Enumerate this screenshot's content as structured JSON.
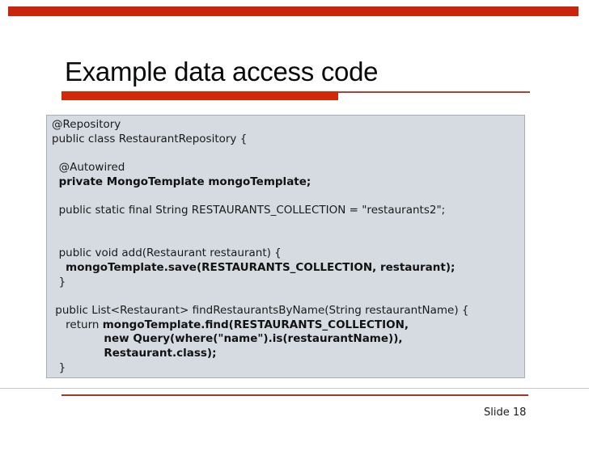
{
  "slide": {
    "title": "Example data access code",
    "slide_number_label": "Slide 18",
    "colors": {
      "top_bar": "#c8250c",
      "title_rule_thick": "#d02b06",
      "title_rule_thin": "#ad4331",
      "code_box_bg": "#d6dbe2",
      "code_box_border": "#a6aeb6",
      "bottom_rule_gray": "#c6c8ca",
      "bottom_rule_red": "#9d392b",
      "text": "#1a1a1a"
    },
    "code": {
      "lines": [
        {
          "segments": [
            {
              "text": "@Repository",
              "bold": false
            }
          ]
        },
        {
          "segments": [
            {
              "text": "public class RestaurantRepository {",
              "bold": false
            }
          ]
        },
        {
          "segments": []
        },
        {
          "segments": [
            {
              "text": "  @Autowired",
              "bold": false
            }
          ]
        },
        {
          "segments": [
            {
              "text": "  ",
              "bold": false
            },
            {
              "text": "private MongoTemplate mongoTemplate;",
              "bold": true
            }
          ]
        },
        {
          "segments": []
        },
        {
          "segments": [
            {
              "text": "  public static final String RESTAURANTS_COLLECTION = \"restaurants2\";",
              "bold": false
            }
          ]
        },
        {
          "segments": []
        },
        {
          "segments": []
        },
        {
          "segments": [
            {
              "text": "  public void add(Restaurant restaurant) {",
              "bold": false
            }
          ]
        },
        {
          "segments": [
            {
              "text": "    ",
              "bold": false
            },
            {
              "text": "mongoTemplate.save(RESTAURANTS_COLLECTION, restaurant);",
              "bold": true
            }
          ]
        },
        {
          "segments": [
            {
              "text": "  }",
              "bold": false
            }
          ]
        },
        {
          "segments": []
        },
        {
          "segments": [
            {
              "text": " public List<Restaurant> findRestaurantsByName(String restaurantName) {",
              "bold": false
            }
          ]
        },
        {
          "segments": [
            {
              "text": "    return ",
              "bold": false
            },
            {
              "text": "mongoTemplate.find(RESTAURANTS_COLLECTION,",
              "bold": true
            }
          ]
        },
        {
          "segments": [
            {
              "text": "               ",
              "bold": false
            },
            {
              "text": "new Query(where(\"name\").is(restaurantName)),",
              "bold": true
            }
          ]
        },
        {
          "segments": [
            {
              "text": "               ",
              "bold": false
            },
            {
              "text": "Restaurant.class);",
              "bold": true
            }
          ]
        },
        {
          "segments": [
            {
              "text": "  }",
              "bold": false
            }
          ]
        }
      ]
    }
  }
}
